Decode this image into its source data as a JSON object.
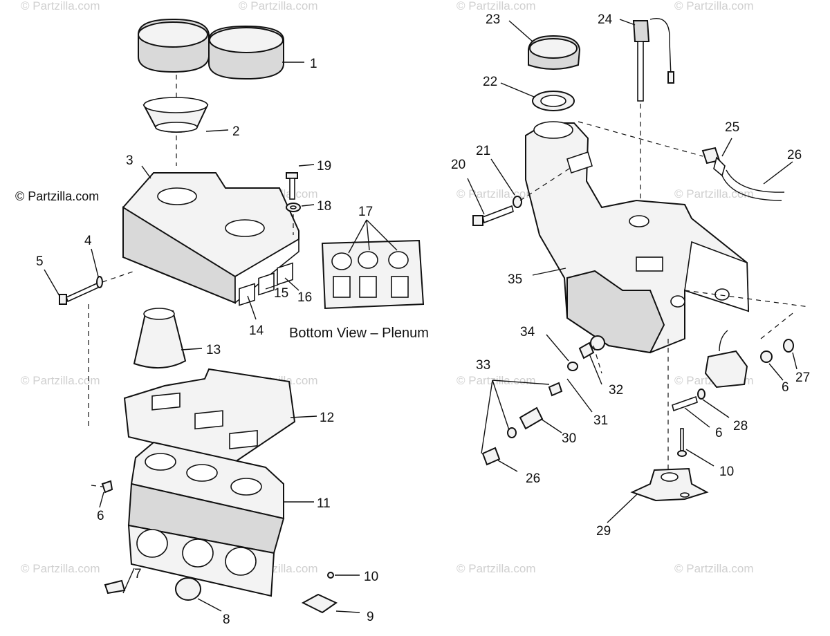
{
  "credit": "© Partzilla.com",
  "watermark": "© Partzilla.com",
  "caption": "Bottom View – Plenum",
  "callouts": {
    "c1": "1",
    "c2": "2",
    "c3": "3",
    "c4": "4",
    "c5": "5",
    "c6a": "6",
    "c7": "7",
    "c8": "8",
    "c9": "9",
    "c10a": "10",
    "c11": "11",
    "c12": "12",
    "c13": "13",
    "c14": "14",
    "c15": "15",
    "c16": "16",
    "c17": "17",
    "c18": "18",
    "c19": "19",
    "c20": "20",
    "c21": "21",
    "c22": "22",
    "c23": "23",
    "c24": "24",
    "c25": "25",
    "c26a": "26",
    "c26b": "26",
    "c27": "27",
    "c28": "28",
    "c29": "29",
    "c30": "30",
    "c31": "31",
    "c32": "32",
    "c33": "33",
    "c34": "34",
    "c35": "35",
    "c6b": "6",
    "c6c": "6",
    "c10b": "10"
  }
}
